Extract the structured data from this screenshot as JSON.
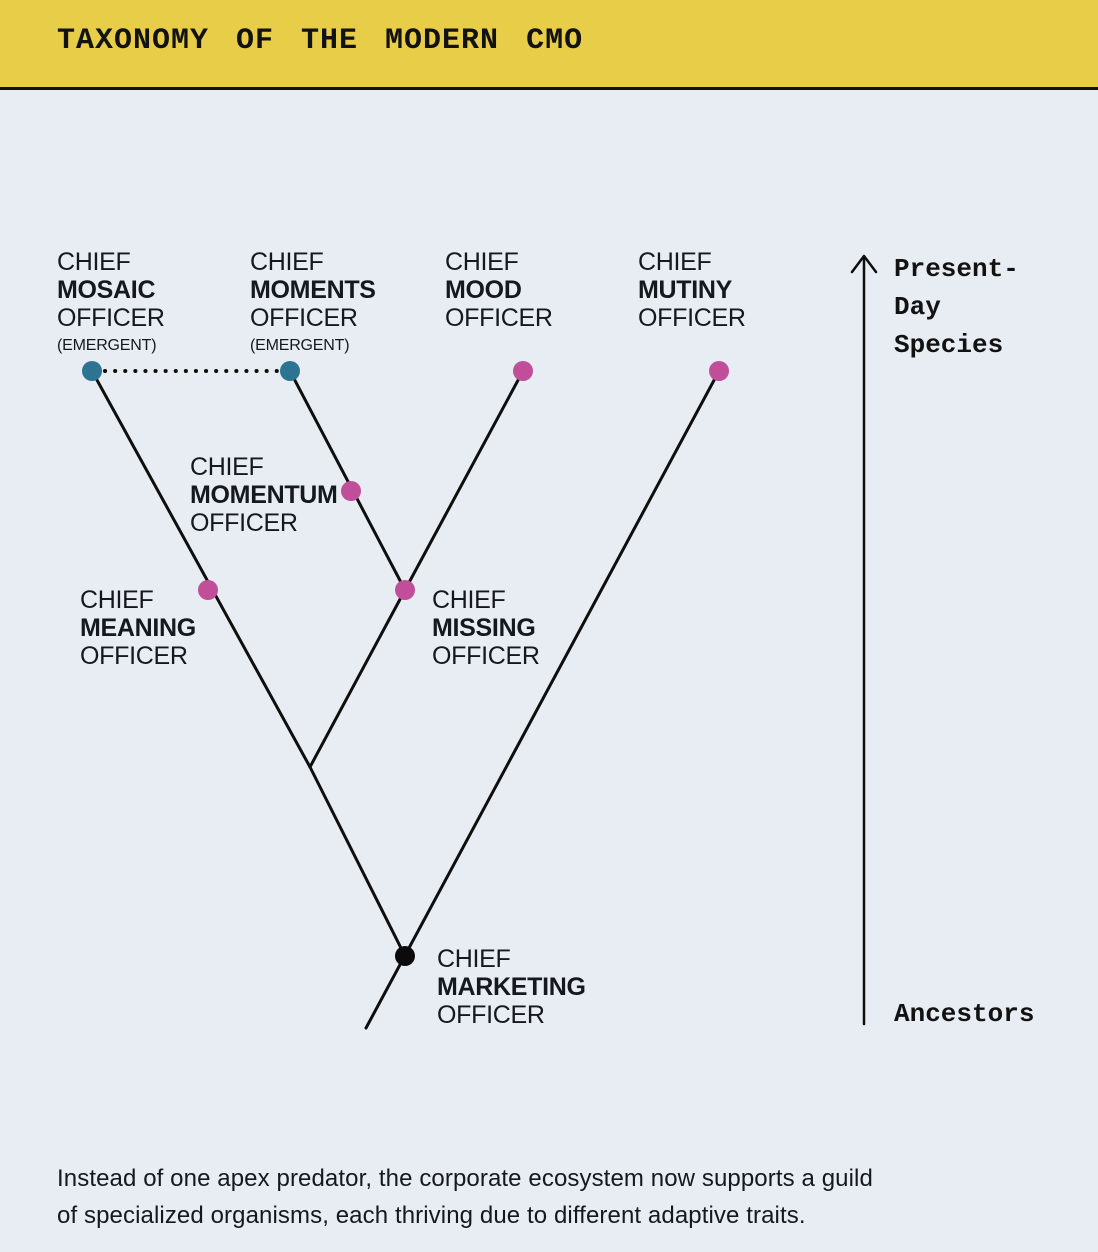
{
  "header": {
    "title": "TAXONOMY OF THE MODERN CMO"
  },
  "colors": {
    "background": "#e7edf3",
    "header_bg": "#e8cd48",
    "line": "#0e0e0e",
    "emergent_dot": "#2d7493",
    "species_dot": "#c14e98",
    "root_dot": "#0b0b0b",
    "text": "#15181c"
  },
  "axis": {
    "top_label": [
      "Present-",
      "Day",
      "Species"
    ],
    "bottom_label": "Ancestors"
  },
  "nodes": [
    {
      "id": "mosaic",
      "pre": "CHIEF",
      "name": "MOSAIC",
      "post": "OFFICER",
      "tag": "(EMERGENT)",
      "dot": "teal"
    },
    {
      "id": "moments",
      "pre": "CHIEF",
      "name": "MOMENTS",
      "post": "OFFICER",
      "tag": "(EMERGENT)",
      "dot": "teal"
    },
    {
      "id": "mood",
      "pre": "CHIEF",
      "name": "MOOD",
      "post": "OFFICER",
      "dot": "pink"
    },
    {
      "id": "mutiny",
      "pre": "CHIEF",
      "name": "MUTINY",
      "post": "OFFICER",
      "dot": "pink"
    },
    {
      "id": "momentum",
      "pre": "CHIEF",
      "name": "MOMENTUM",
      "post": "OFFICER",
      "dot": "pink"
    },
    {
      "id": "meaning",
      "pre": "CHIEF",
      "name": "MEANING",
      "post": "OFFICER",
      "dot": "pink"
    },
    {
      "id": "missing",
      "pre": "CHIEF",
      "name": "MISSING",
      "post": "OFFICER",
      "dot": "pink"
    },
    {
      "id": "marketing",
      "pre": "CHIEF",
      "name": "MARKETING",
      "post": "OFFICER",
      "dot": "black"
    }
  ],
  "caption": {
    "lines": [
      "Instead of one apex predator, the corporate ecosystem now supports a guild",
      "of specialized organisms, each thriving due to different adaptive traits."
    ]
  }
}
